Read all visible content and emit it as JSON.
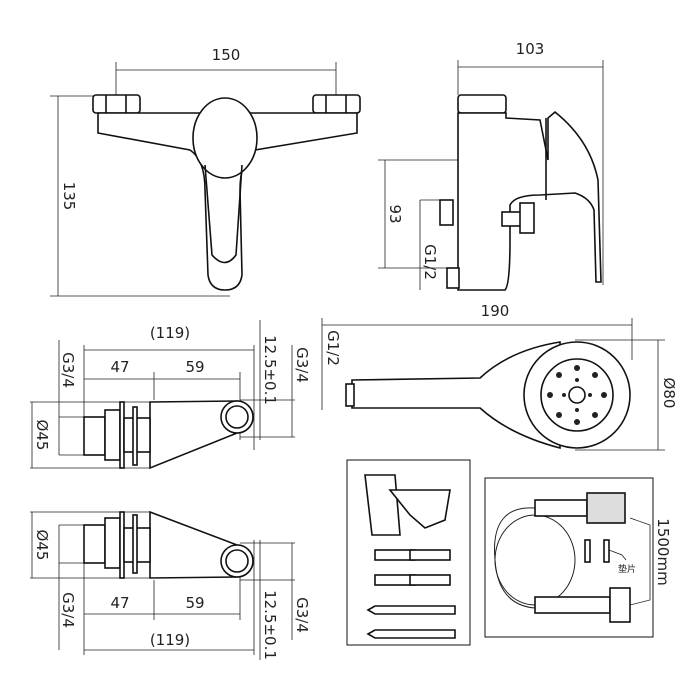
{
  "front_view": {
    "width_label": "150",
    "height_label": "135"
  },
  "side_view": {
    "depth_label": "103",
    "outlet_height_label": "93",
    "thread_label": "G1/2"
  },
  "inlet_top": {
    "total_label": "(119)",
    "left_label": "47",
    "right_label": "59",
    "diameter_label": "Ø45",
    "thread_left_label": "G3/4",
    "offset_label": "12.5±0.1",
    "thread_right_label": "G3/4"
  },
  "inlet_bottom": {
    "total_label": "(119)",
    "left_label": "47",
    "right_label": "59",
    "diameter_label": "Ø45",
    "thread_left_label": "G3/4",
    "offset_label": "12.5±0.1",
    "thread_right_label": "G3/4"
  },
  "hand_shower": {
    "length_label": "190",
    "thread_label": "G1/2",
    "diameter_label": "Ø80"
  },
  "hose_box": {
    "length_label": "1500mm",
    "gasket_label": "垫片"
  }
}
